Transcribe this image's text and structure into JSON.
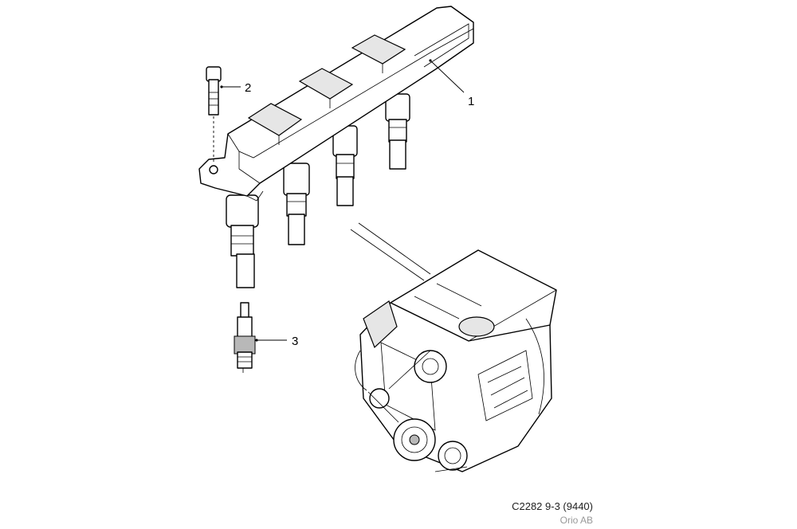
{
  "callouts": [
    {
      "label": "1"
    },
    {
      "label": "2"
    },
    {
      "label": "3"
    }
  ],
  "footer": {
    "reference": "C2282 9-3 (9440)",
    "copyright": "Orio AB"
  }
}
